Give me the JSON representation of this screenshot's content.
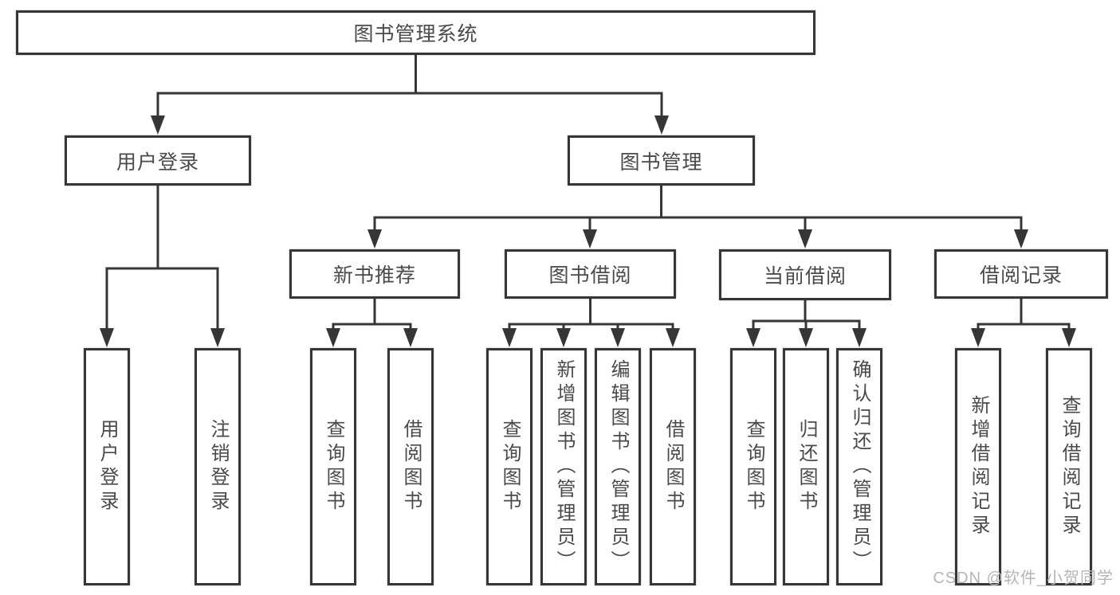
{
  "diagram": {
    "root": "图书管理系统",
    "user_login": {
      "label": "用户登录",
      "children": [
        "用户登录",
        "注销登录"
      ]
    },
    "book_mgmt": {
      "label": "图书管理",
      "groups": [
        {
          "label": "新书推荐",
          "children": [
            "查询图书",
            "借阅图书"
          ]
        },
        {
          "label": "图书借阅",
          "children": [
            "查询图书",
            "新增图书（管理员）",
            "编辑图书（管理员）",
            "借阅图书"
          ]
        },
        {
          "label": "当前借阅",
          "children": [
            "查询图书",
            "归还图书",
            "确认归还（管理员）"
          ]
        },
        {
          "label": "借阅记录",
          "children": [
            "新增借阅记录",
            "查询借阅记录"
          ]
        }
      ]
    }
  },
  "watermark": "CSDN @软件_小贺同学",
  "colors": {
    "line": "#363636",
    "text": "#4a4a4a",
    "watermark": "#b5b5b5",
    "background": "#ffffff"
  }
}
